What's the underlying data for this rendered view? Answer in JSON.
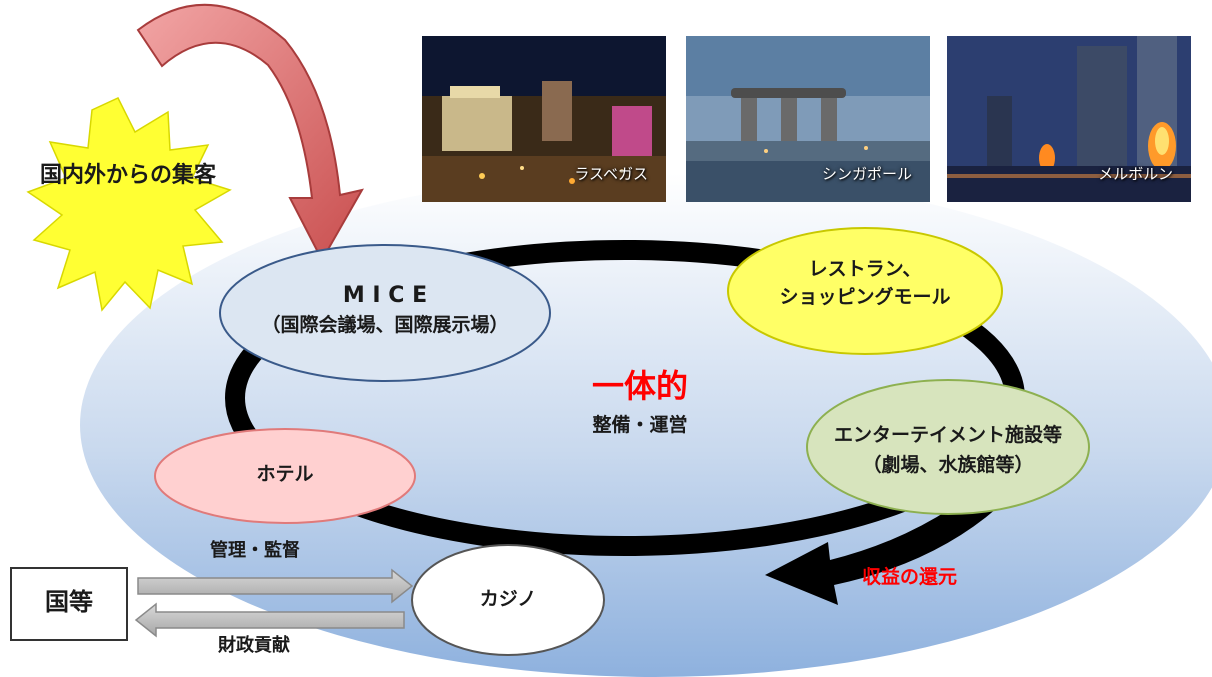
{
  "attraction": {
    "label": "国内外からの集客"
  },
  "photos": [
    {
      "caption": "ラスベガス"
    },
    {
      "caption": "シンガポール"
    },
    {
      "caption": "メルボルン"
    }
  ],
  "nodes": {
    "mice": {
      "title": "M I C E",
      "subtitle": "（国際会議場、国際展示場）"
    },
    "restaurant": {
      "line1": "レストラン、",
      "line2": "ショッピングモール"
    },
    "entertainment": {
      "line1": "エンターテイメント施設等",
      "line2": "（劇場、水族館等）"
    },
    "hotel": {
      "label": "ホテル"
    },
    "casino": {
      "label": "カジノ"
    }
  },
  "center": {
    "title": "一体的",
    "subtitle": "整備・運営"
  },
  "flows": {
    "return_label": "収益の還元",
    "supervision_label": "管理・監督",
    "contribution_label": "財政貢献"
  },
  "nation": {
    "label": "国等"
  },
  "colors": {
    "accent_red": "#ff0000",
    "mice_fill": "#dce6f2",
    "restaurant_fill": "#ffff66",
    "entertainment_fill": "#d7e4bd",
    "hotel_fill": "#ffd0d0",
    "starburst_fill": "#ffff33",
    "curve_arrow_fill": "#e06666"
  }
}
